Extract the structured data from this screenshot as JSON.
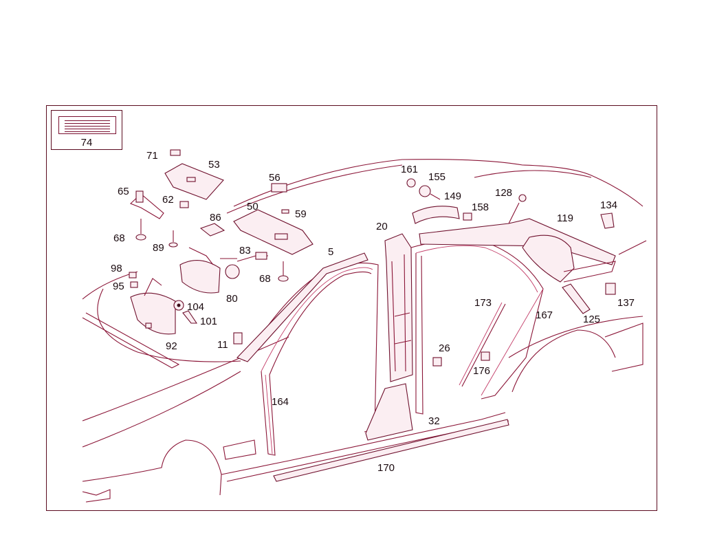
{
  "legend_label": "74",
  "labels": {
    "l71": "71",
    "l53": "53",
    "l65": "65",
    "l62": "62",
    "l86": "86",
    "l68a": "68",
    "l89": "89",
    "l56": "56",
    "l50": "50",
    "l59": "59",
    "l83": "83",
    "l68b": "68",
    "l80": "80",
    "l98": "98",
    "l95": "95",
    "l104": "104",
    "l101": "101",
    "l92": "92",
    "l11": "11",
    "l5": "5",
    "l164": "164",
    "l20": "20",
    "l161": "161",
    "l155": "155",
    "l149": "149",
    "l158": "158",
    "l128": "128",
    "l134": "134",
    "l119": "119",
    "l137": "137",
    "l125": "125",
    "l167": "167",
    "l173": "173",
    "l26": "26",
    "l176": "176",
    "l32": "32",
    "l170": "170"
  },
  "colors": {
    "line": "#8a1436",
    "highlight": "#c23a66",
    "frame": "#5a0a1e"
  }
}
